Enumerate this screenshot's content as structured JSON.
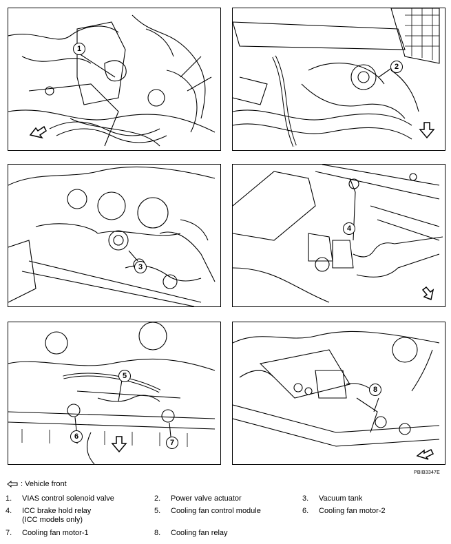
{
  "figure_code": "PBIB3347E",
  "legend_front": ": Vehicle front",
  "panels": [
    {
      "callout": "1"
    },
    {
      "callout": "2"
    },
    {
      "callout": "3"
    },
    {
      "callout": "4"
    },
    {
      "callout": "5"
    },
    {
      "callout": "6",
      "callout2": "7"
    },
    {
      "callout": "8"
    }
  ],
  "legend": [
    {
      "num": "1.",
      "text": "VIAS control solenoid valve"
    },
    {
      "num": "2.",
      "text": "Power valve actuator"
    },
    {
      "num": "3.",
      "text": "Vacuum tank"
    },
    {
      "num": "4.",
      "text": "ICC brake hold relay",
      "text2": "(ICC models only)"
    },
    {
      "num": "5.",
      "text": "Cooling fan control module"
    },
    {
      "num": "6.",
      "text": "Cooling fan motor-2"
    },
    {
      "num": "7.",
      "text": "Cooling fan motor-1"
    },
    {
      "num": "8.",
      "text": "Cooling fan relay"
    }
  ]
}
